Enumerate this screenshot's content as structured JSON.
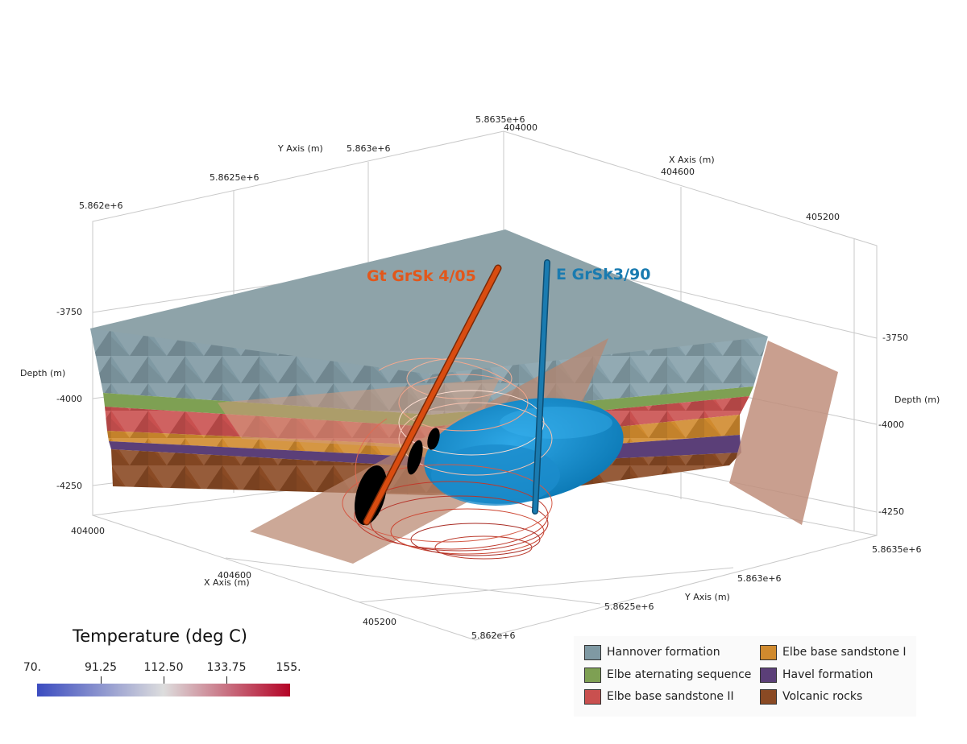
{
  "axes": {
    "y_axis_title": "Y Axis (m)",
    "x_axis_title": "X Axis (m)",
    "depth_title": "Depth (m)",
    "top_y_ticks": [
      "5.862e+6",
      "5.8625e+6",
      "5.863e+6",
      "5.8635e+6"
    ],
    "top_x_ticks": [
      "404000",
      "404600",
      "405200"
    ],
    "bottom_x_ticks": [
      "404000",
      "404600",
      "405200"
    ],
    "bottom_y_ticks": [
      "5.862e+6",
      "5.8625e+6",
      "5.863e+6",
      "5.8635e+6"
    ],
    "depth_ticks_left": [
      "-3750",
      "-4000",
      "-4250"
    ],
    "depth_ticks_right": [
      "-3750",
      "-4000",
      "-4250"
    ]
  },
  "wells": {
    "well1": {
      "label": "Gt GrSk 4/05",
      "color": "#e2571b"
    },
    "well2": {
      "label": "E GrSk3/90",
      "color": "#1a7bb0"
    }
  },
  "colorbar": {
    "title": "Temperature (deg C)",
    "ticks": [
      "70.",
      "91.25",
      "112.50",
      "133.75",
      "155."
    ],
    "colors": [
      "#3b4cc0",
      "#dddddd",
      "#b40426"
    ]
  },
  "legend": {
    "items": [
      {
        "label": "Hannover formation",
        "color": "#7f99a3"
      },
      {
        "label": "Elbe base sandstone I",
        "color": "#d08a2e"
      },
      {
        "label": "Elbe aternating sequence",
        "color": "#7ea053"
      },
      {
        "label": "Havel formation",
        "color": "#5b3f78"
      },
      {
        "label": "Elbe base sandstone II",
        "color": "#c9504f"
      },
      {
        "label": "Volcanic rocks",
        "color": "#8a4a24"
      }
    ]
  }
}
